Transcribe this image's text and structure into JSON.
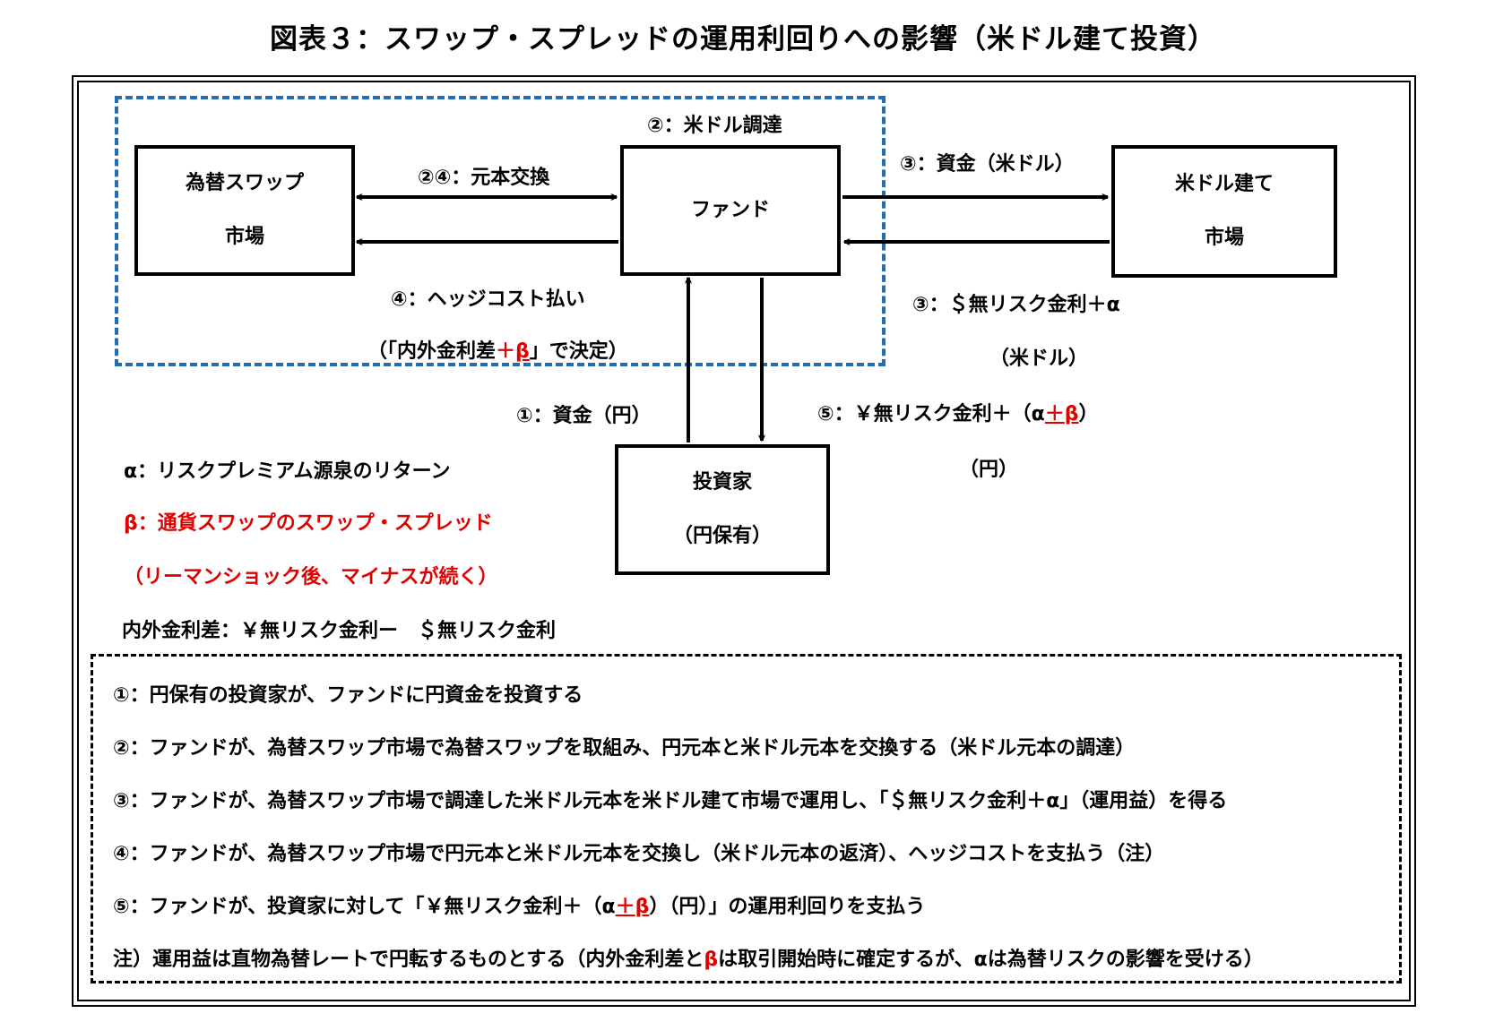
{
  "title": "図表３：スワップ・スプレッドの運用利回りへの影響（米ドル建て投資）",
  "boxes": {
    "swap_market": [
      "為替スワップ",
      "市場"
    ],
    "fund": [
      "ファンド"
    ],
    "usd_market": [
      "米ドル建て",
      "市場"
    ],
    "investor": [
      "投資家",
      "（円保有）"
    ]
  },
  "labels": {
    "usd_funding": "②：米ドル調達",
    "principal_exchange": "②④：元本交換",
    "hedge_cost": "④：ヘッジコスト払い",
    "decided_pre": "（「内外金利差",
    "decided_plus": "＋",
    "decided_beta": "β",
    "decided_post": "」で決定）",
    "funds_usd": "③：資金（米ドル）",
    "usd_return": "③：＄無リスク金利＋α",
    "usd_return_unit": "（米ドル）",
    "funds_yen": "①：資金（円）",
    "yen_return_pre": "⑤：￥無リスク金利＋（α",
    "yen_return_plus": "＋",
    "yen_return_beta": "β",
    "yen_return_post": "）",
    "yen_return_unit": "（円）"
  },
  "legend": {
    "alpha": "α：リスクプレミアム源泉のリターン",
    "beta": "β：通貨スワップのスワップ・スプレッド",
    "beta_note": "（リーマンショック後、マイナスが続く）",
    "rate_diff": "内外金利差：￥無リスク金利ー　＄無リスク金利"
  },
  "explanations": {
    "step1": "①：円保有の投資家が、ファンドに円資金を投資する",
    "step2": "②：ファンドが、為替スワップ市場で為替スワップを取組み、円元本と米ドル元本を交換する（米ドル元本の調達）",
    "step3": "③：ファンドが、為替スワップ市場で調達した米ドル元本を米ドル建て市場で運用し、「＄無リスク金利＋α」（運用益）を得る",
    "step4": "④：ファンドが、為替スワップ市場で円元本と米ドル元本を交換し（米ドル元本の返済）、ヘッジコストを支払う（注）",
    "step5_pre": "⑤：ファンドが、投資家に対して「￥無リスク金利＋（α",
    "step5_plus": "＋",
    "step5_beta": "β",
    "step5_post": "）（円）」の運用利回りを支払う",
    "note_pre": "注）運用益は直物為替レートで円転するものとする（内外金利差と",
    "note_beta": "β",
    "note_post": "は取引開始時に確定するが、αは為替リスクの影響を受ける）"
  },
  "colors": {
    "blue_dash": "#1f6fb2",
    "red": "#e00000"
  }
}
